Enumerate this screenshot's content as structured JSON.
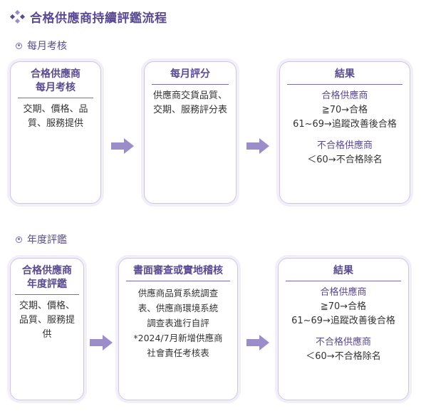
{
  "title": "合格供應商持續評鑑流程",
  "colors": {
    "accent": "#5a4a93",
    "arrow": "#9b8dc8",
    "border": "#cfc6e6"
  },
  "icons": {
    "title": "diamond-cluster-icon",
    "section": "circle-bullet-icon",
    "flow": "arrow-right-icon"
  },
  "sections": [
    {
      "label": "每月考核",
      "boxes": [
        {
          "head": "合格供應商\n每月考核",
          "body": "交期、價格、品\n質、服務提供"
        },
        {
          "head": "每月評分",
          "body": "供應商交貨品質、\n交期、服務評分表"
        },
        {
          "head": "結果",
          "qualified_label": "合格供應商",
          "qualified_lines": [
            "≧70→合格",
            "61~69→追蹤改善後合格"
          ],
          "unqualified_label": "不合格供應商",
          "unqualified_line": "＜60→不合格除名"
        }
      ]
    },
    {
      "label": "年度評鑑",
      "boxes": [
        {
          "head": "合格供應商\n年度評鑑",
          "body": "交期、價格、\n品質、服務提\n供"
        },
        {
          "head": "書面審查或實地稽核",
          "body": "供應商品質系統調查\n表、供應商環境系統\n調查表進行自評\n*2024/7月新增供應商\n社會責任考核表"
        },
        {
          "head": "結果",
          "qualified_label": "合格供應商",
          "qualified_lines": [
            "≧70→合格",
            "61~69→追蹤改善後合格"
          ],
          "unqualified_label": "不合格供應商",
          "unqualified_line": "＜60→不合格除名"
        }
      ]
    }
  ]
}
